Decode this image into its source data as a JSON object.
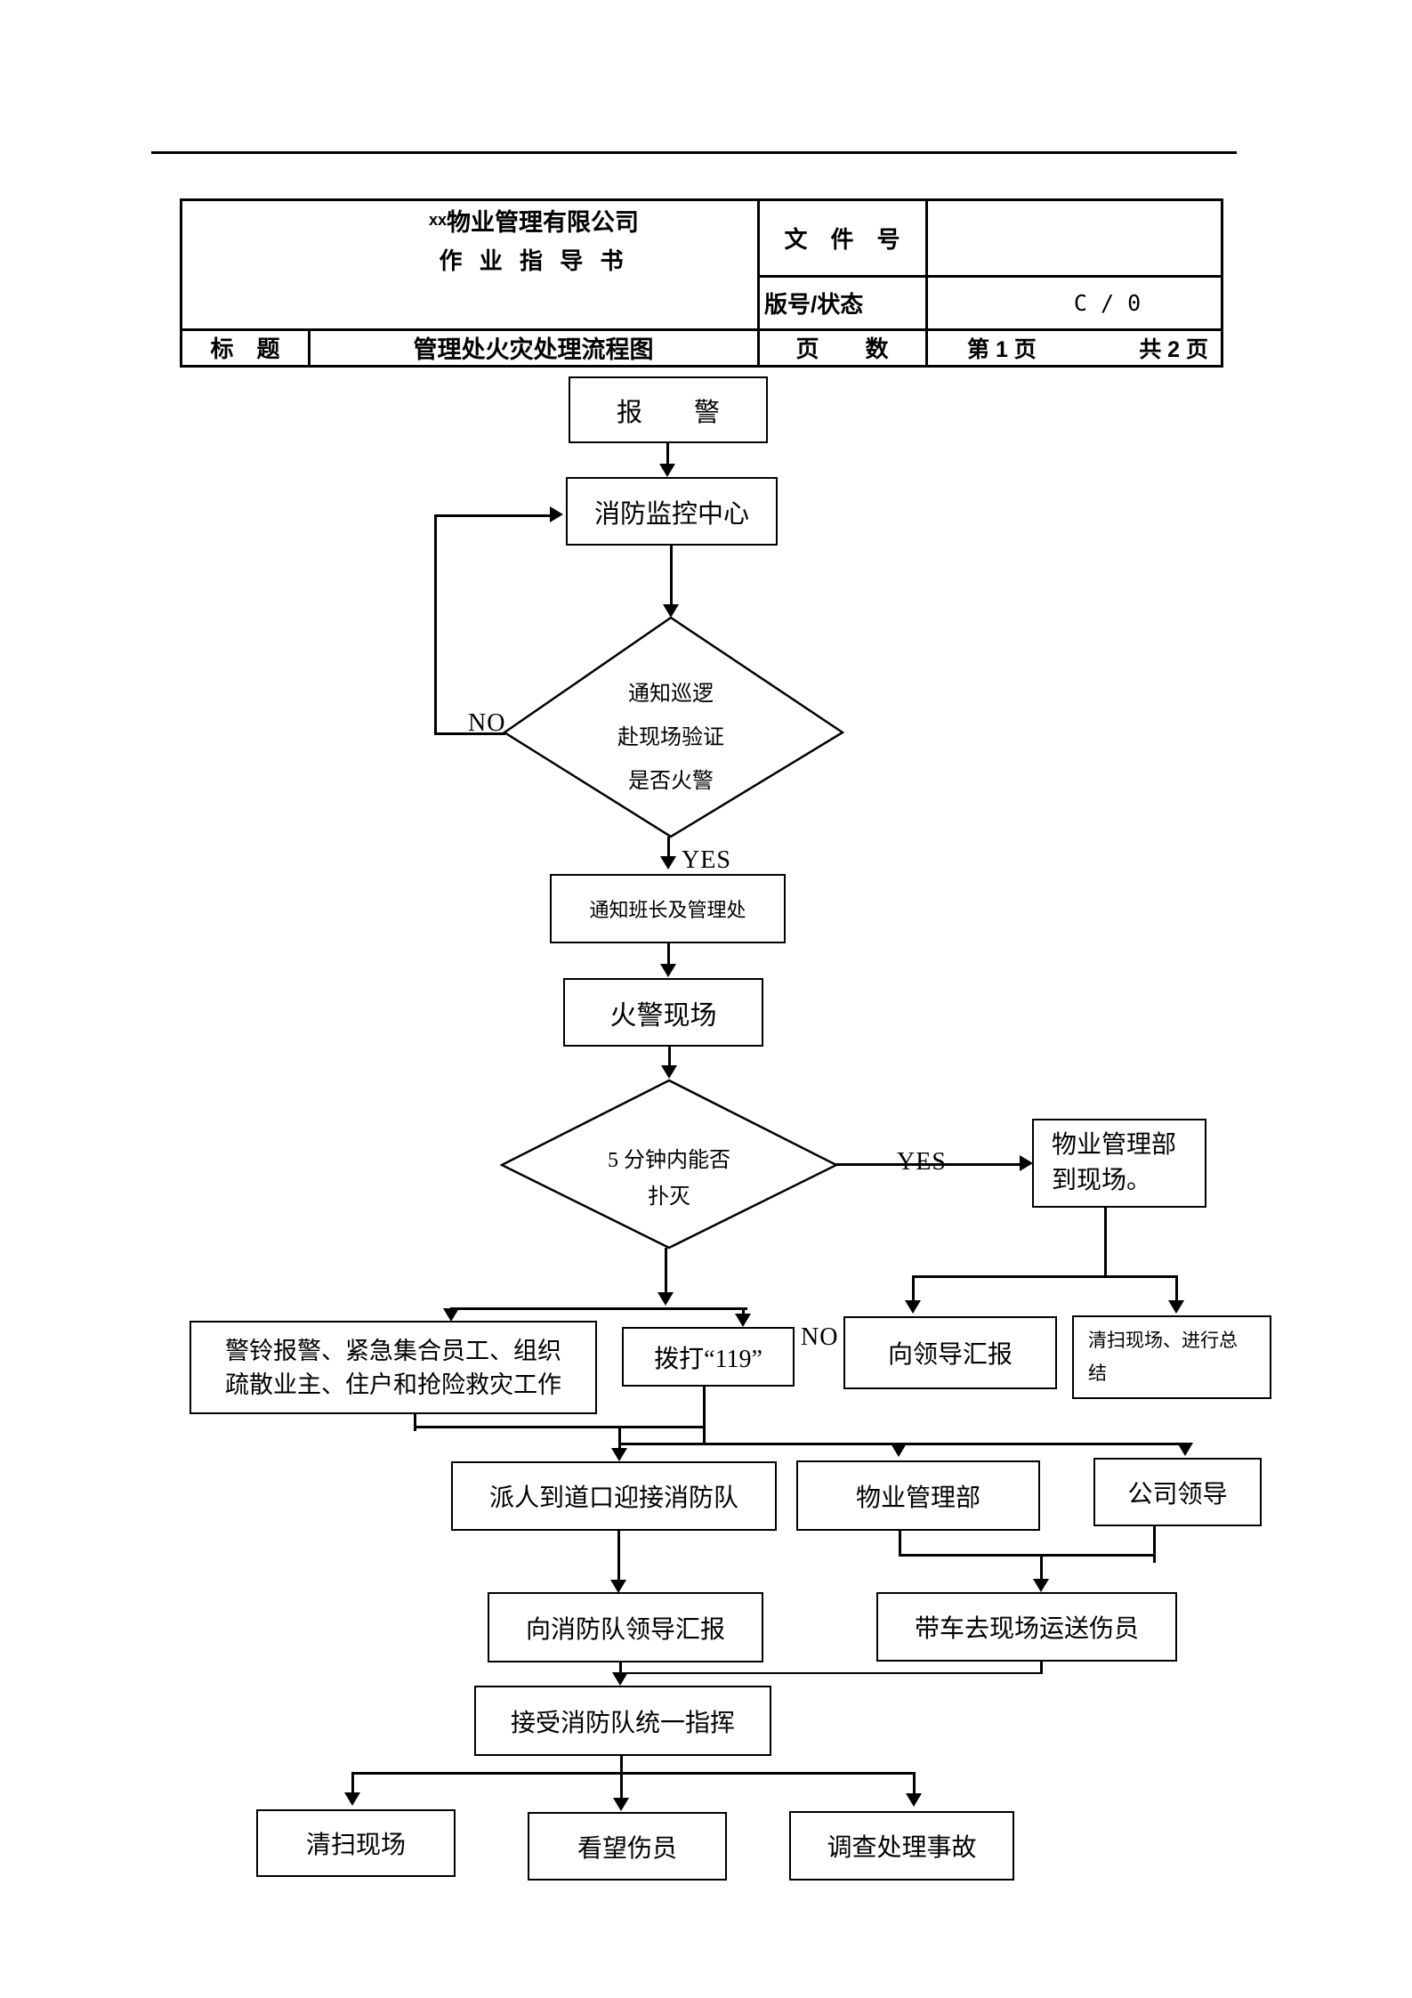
{
  "header": {
    "company_prefix": "xx",
    "company_name": "物业管理有限公司",
    "doc_type": "作 业 指 导 书",
    "doc_no_label": "文　件　号",
    "version_label": "版号/状态",
    "version_value": "C / 0",
    "title_label": "标　题",
    "title_value": "管理处火灾处理流程图",
    "pages_label": "页　　数",
    "page_current": "第 1 页",
    "page_total": "共 2 页"
  },
  "flow": {
    "report_alarm": "报　　警",
    "monitor_center": "消防监控中心",
    "verify_lines": [
      "通知巡逻",
      "赴现场验证",
      "是否火警"
    ],
    "no_verify": "NO",
    "yes_verify": "YES",
    "notify_foreman": "通知班长及管理处",
    "fire_scene": "火警现场",
    "extinguish_lines": [
      "5 分钟内能否",
      "扑灭"
    ],
    "yes_extinguish": "YES",
    "no_extinguish": "NO",
    "pmd_onsite_lines": [
      "物业管理部",
      "到现场。"
    ],
    "report_leaders": "向领导汇报",
    "clean_summary_lines": [
      "清扫现场、进行总",
      "结"
    ],
    "alarm_bell_lines": [
      "警铃报警、紧急集合员工、组织",
      "疏散业主、住户和抢险救灾工作"
    ],
    "dial_119": "拨打“119”",
    "meet_brigade": "派人到道口迎接消防队",
    "pmd": "物业管理部",
    "company_leaders": "公司领导",
    "report_brigade": "向消防队领导汇报",
    "transport_injured": "带车去现场运送伤员",
    "unified_command": "接受消防队统一指挥",
    "clean_scene": "清扫现场",
    "visit_injured": "看望伤员",
    "investigate": "调查处理事故"
  }
}
